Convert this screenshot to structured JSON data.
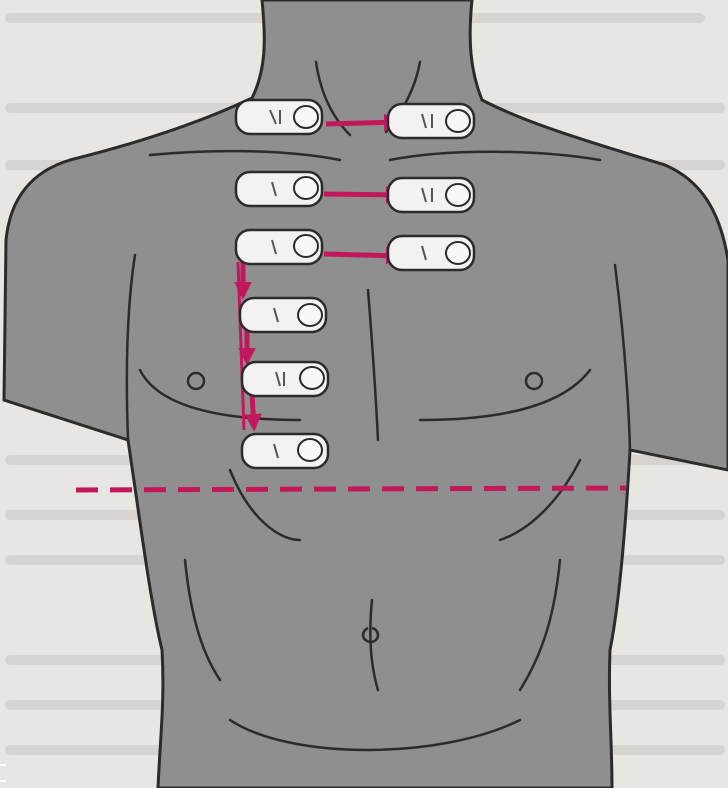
{
  "figure": {
    "subject": "chest-percussion-diagram",
    "colors": {
      "paper": "#e8e6e3",
      "body_fill": "#8f8f8f",
      "body_outline": "#2b2b2b",
      "finger_fill": "#f2f2f2",
      "arrow": "#c2185b",
      "dashed_line": "#c2185b",
      "background_text": "#b9b6b2"
    },
    "finger_count": 9,
    "horizontal_arrow_count": 3,
    "vertical_arrow_count": 3,
    "dashed_line_style": "dashed"
  }
}
